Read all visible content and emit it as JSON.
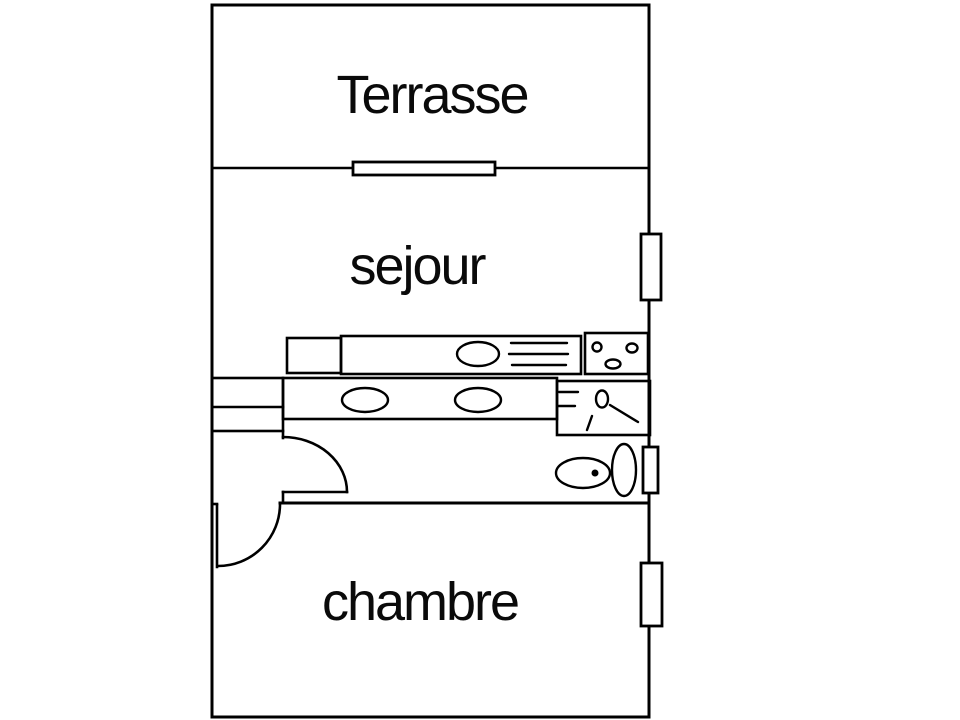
{
  "page": {
    "background": "#ffffff",
    "line_color": "#000000",
    "description": "Hand-drawn style apartment floor plan"
  },
  "floor_plan": {
    "type": "apartment-floor-plan",
    "rooms": [
      {
        "id": "terrasse",
        "label": "Terrasse"
      },
      {
        "id": "sejour",
        "label": "sejour"
      },
      {
        "id": "chambre",
        "label": "chambre"
      }
    ],
    "fixtures": [
      "sliding-door-opening",
      "window-sejour",
      "window-bathroom",
      "window-chambre",
      "kitchen-counter",
      "kitchen-sink",
      "drainer-grill",
      "stove-burners",
      "counter-basins",
      "wall-closet",
      "shower",
      "toilet",
      "interior-door-swing",
      "chambre-door-swing"
    ]
  }
}
